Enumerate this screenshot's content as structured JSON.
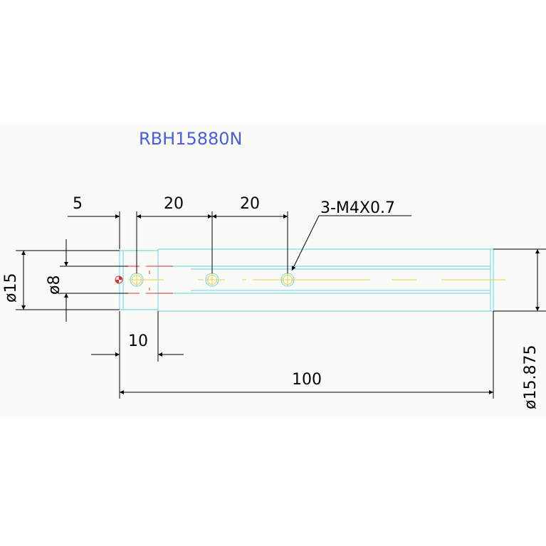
{
  "drawing": {
    "part_number": "RBH15880N",
    "dimensions": {
      "left_offset": "5",
      "hole_pitch_1": "20",
      "hole_pitch_2": "20",
      "thread_callout": "3-M4X0.7",
      "outer_diameter": "ø15",
      "bore_diameter": "ø8",
      "shoulder_offset": "10",
      "overall_length": "100",
      "right_diameter": "ø15.875"
    },
    "colors": {
      "outline": "#7fdce8",
      "dimension": "#000000",
      "centerline": "#e8d24a",
      "hidden": "#e03030",
      "title": "#4a5de0",
      "background_band": "#fafaf7"
    }
  }
}
